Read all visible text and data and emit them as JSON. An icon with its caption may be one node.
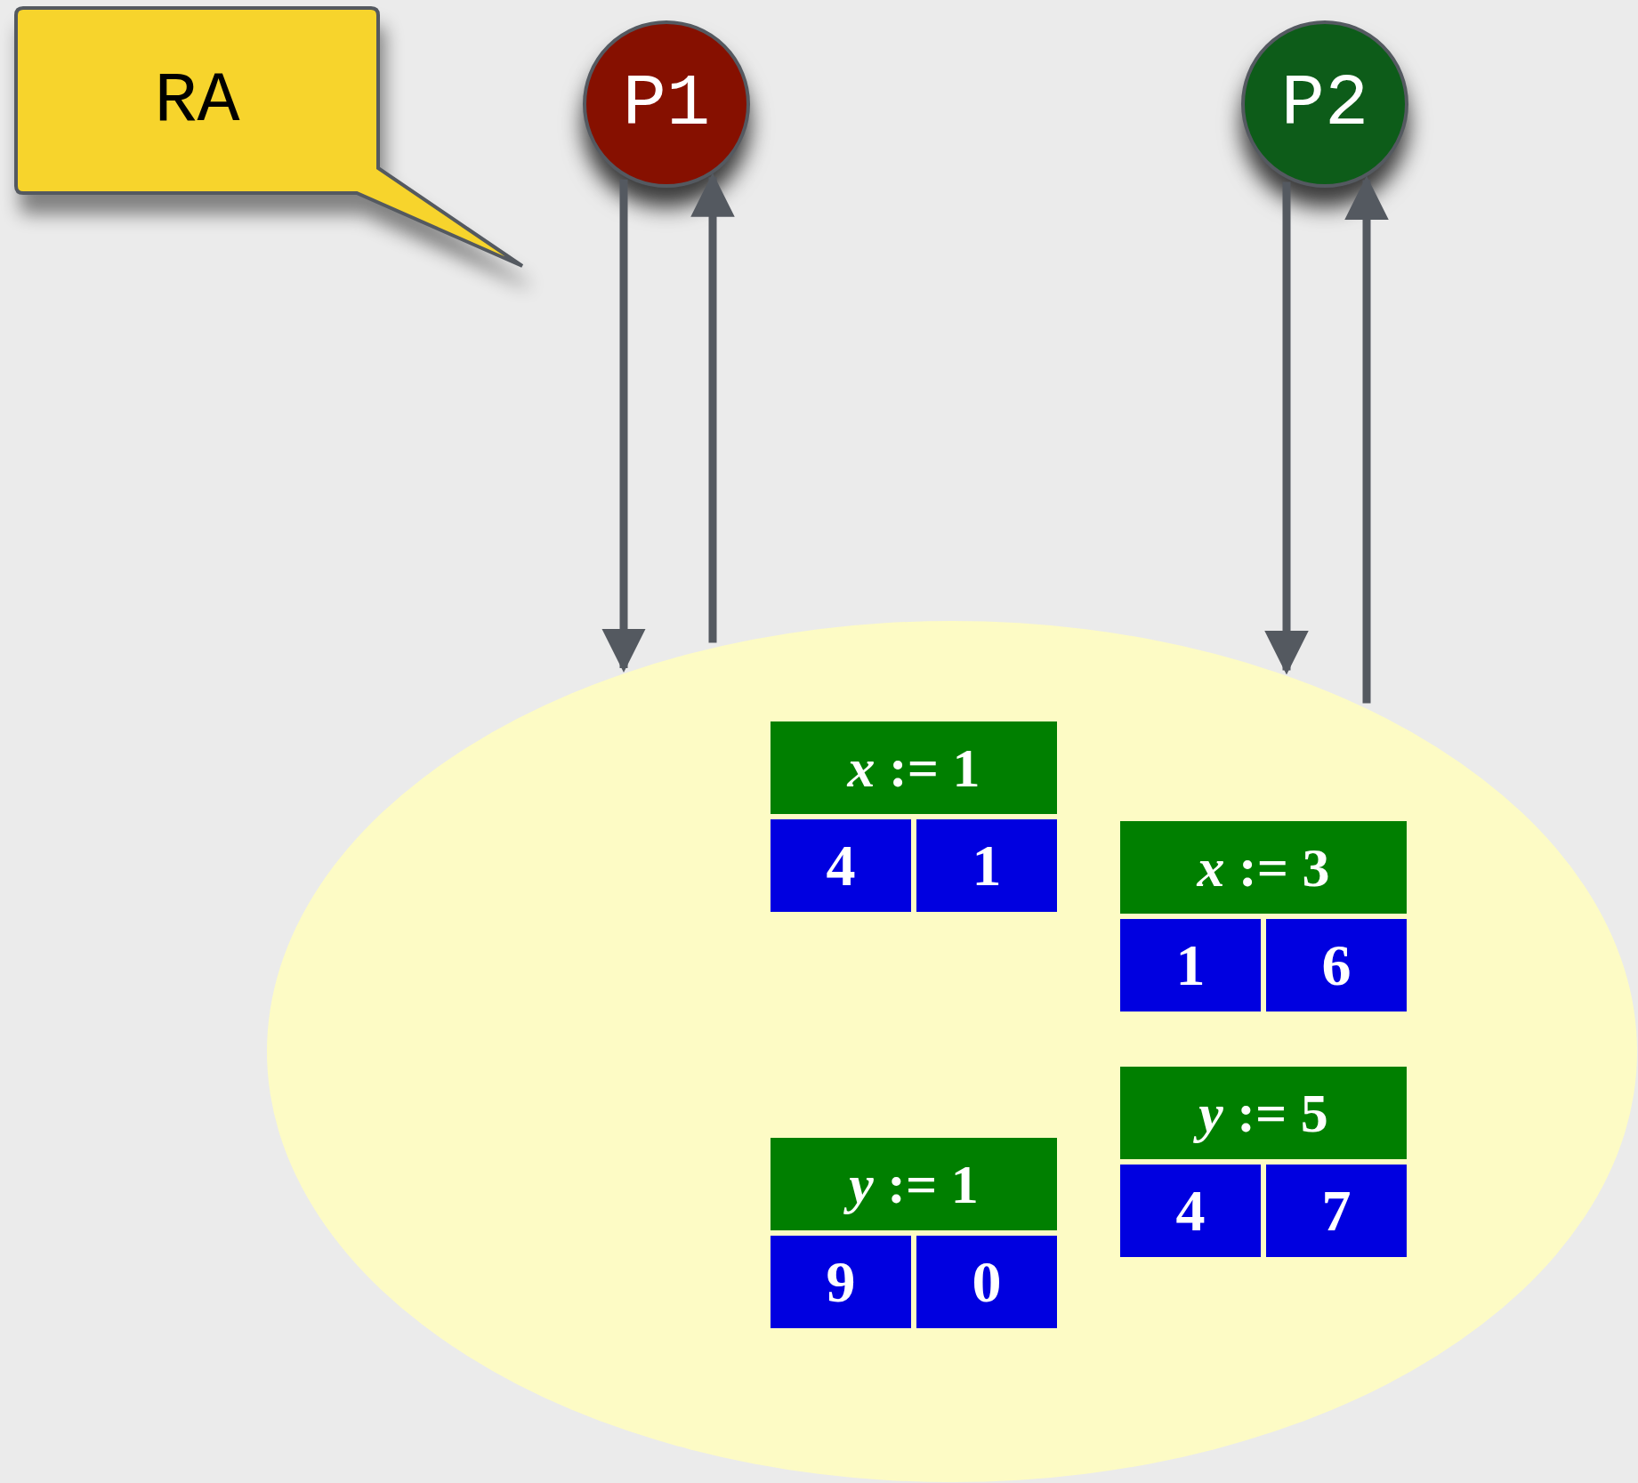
{
  "diagram": {
    "nodes": [
      {
        "text": [
          "RA"
        ]
      },
      {
        "text": [
          "P1"
        ]
      },
      {
        "text": [
          "P2"
        ]
      },
      {
        "text": [],
        "shape": "ellipse"
      },
      {
        "text": [
          "*x* := 1",
          "4",
          "1"
        ],
        "in": 3
      },
      {
        "text": [
          "*x* := 3",
          "1",
          "6"
        ],
        "in": 3
      },
      {
        "text": [
          "*y* := 1",
          "9",
          "0"
        ],
        "in": 3
      },
      {
        "text": [
          "*y* := 5",
          "4",
          "7"
        ],
        "in": 3
      }
    ],
    "edges": [
      {
        "from": 1,
        "to": 3,
        "arrow": "to"
      },
      {
        "from": 3,
        "to": 1,
        "arrow": "to"
      },
      {
        "from": 2,
        "to": 3,
        "arrow": "to"
      },
      {
        "from": 3,
        "to": 2,
        "arrow": "to"
      }
    ]
  }
}
